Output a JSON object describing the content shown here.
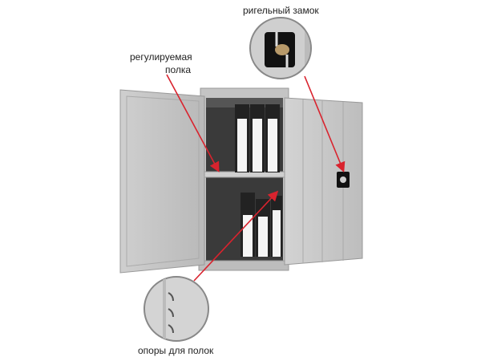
{
  "labels": {
    "lock": "ригельный замок",
    "shelf_line1": "регулируемая",
    "shelf_line2": "полка",
    "supports": "опоры для полок"
  },
  "colors": {
    "arrow": "#d9232e",
    "metal": "#c9c9c9",
    "interior": "#3a3a3a"
  }
}
